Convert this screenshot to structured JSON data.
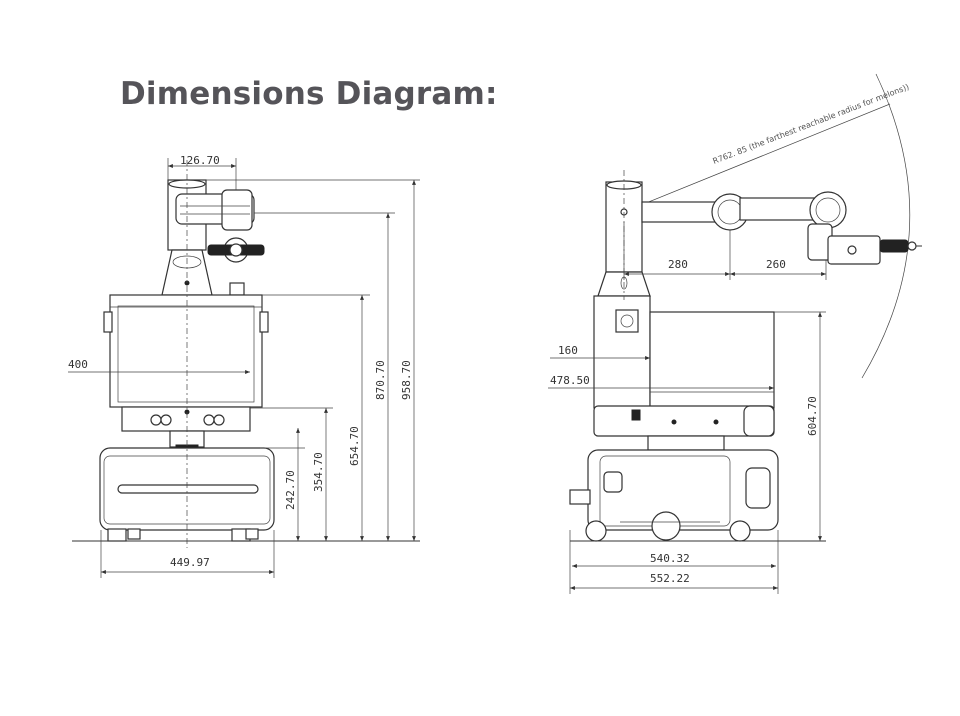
{
  "title": "Dimensions Diagram:",
  "front_view": {
    "dim_top_width": "126.70",
    "dim_body_width": "400",
    "dim_base_width": "449.97",
    "dim_h1": "242.70",
    "dim_h2": "354.70",
    "dim_h3": "654.70",
    "dim_h4": "870.70",
    "dim_h5": "958.70"
  },
  "side_view": {
    "reach_note": "R762. 85 (the farthest reachable radius for melons))",
    "dim_arm_1": "280",
    "dim_arm_2": "260",
    "dim_offset_1": "160",
    "dim_offset_2": "478.50",
    "dim_height": "604.70",
    "dim_base_1": "540.32",
    "dim_base_2": "552.22"
  }
}
